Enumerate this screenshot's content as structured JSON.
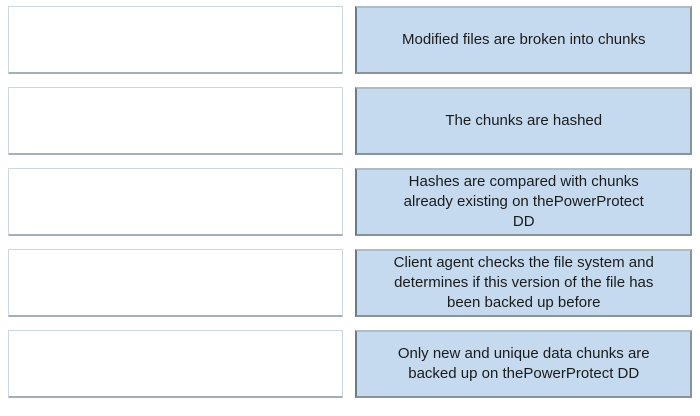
{
  "colors": {
    "card_fill": "#c5daee",
    "card_border": "#87939b",
    "card_border_top": "#b2bbc0",
    "card_border_left": "#697c8a",
    "empty_border": "#ccd7dd",
    "empty_border_bottom": "#a4b0b7",
    "text": "#1b1b1b"
  },
  "rows": [
    {
      "answer_text": "Modified files are broken into chunks",
      "answer_lines": [
        "Modified files are broken into chunks"
      ]
    },
    {
      "answer_text": "The chunks are hashed",
      "answer_lines": [
        "The chunks are hashed"
      ]
    },
    {
      "answer_text": "Hashes are compared with chunks already existing on thePowerProtect DD",
      "answer_lines": [
        "Hashes are compared with chunks",
        "already existing on thePowerProtect",
        "DD"
      ]
    },
    {
      "answer_text": "Client agent checks the file system and determines if this version of the file has been backed up before",
      "answer_lines": [
        "Client agent checks the file system and",
        "determines if this version of the file has",
        "been backed up before"
      ]
    },
    {
      "answer_text": "Only new and unique data chunks are backed up on thePowerProtect DD",
      "answer_lines": [
        "Only new and unique data chunks are",
        "backed up on thePowerProtect DD"
      ]
    }
  ]
}
